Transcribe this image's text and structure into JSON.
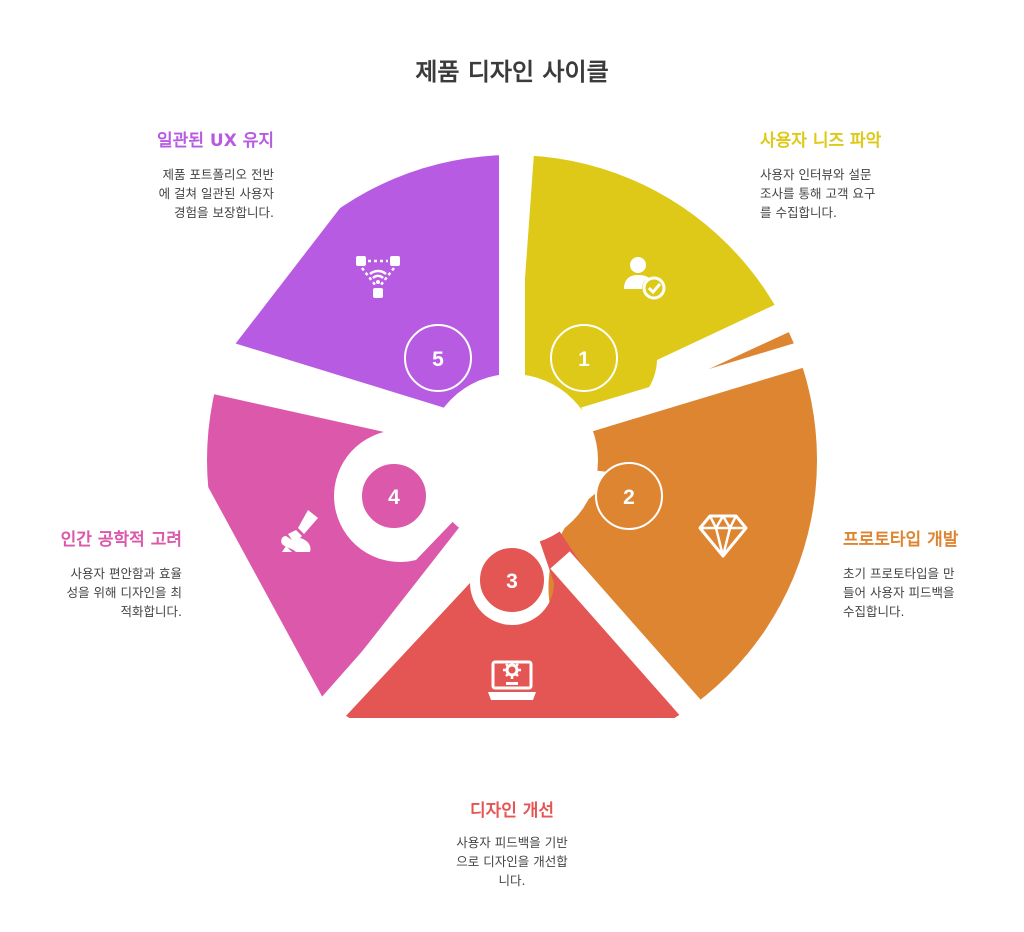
{
  "title": "제품 디자인 사이클",
  "steps": [
    {
      "number": "1",
      "title": "사용자 니즈 파악",
      "description": "사용자 인터뷰와 설문\n조사를 통해 고객 요구\n를 수집합니다.",
      "color": "#DEC918",
      "icon": "user-check-icon"
    },
    {
      "number": "2",
      "title": "프로토타입 개발",
      "description": "초기 프로토타입을 만\n들어 사용자 피드백을\n수집합니다.",
      "color": "#DE8531",
      "icon": "diamond-icon"
    },
    {
      "number": "3",
      "title": "디자인 개선",
      "description": "사용자 피드백을 기반\n으로 디자인을 개선합\n니다.",
      "color": "#E45654",
      "icon": "laptop-gear-icon"
    },
    {
      "number": "4",
      "title": "인간 공학적 고려",
      "description": "사용자 편안함과 효율\n성을 위해 디자인을 최\n적화합니다.",
      "color": "#DB58AB",
      "icon": "hand-tool-icon"
    },
    {
      "number": "5",
      "title": "일관된 UX 유지",
      "description": "제품 포트폴리오 전반\n에 걸쳐 일관된 사용자\n경험을 보장합니다.",
      "color": "#B75BE3",
      "icon": "network-icon"
    }
  ]
}
